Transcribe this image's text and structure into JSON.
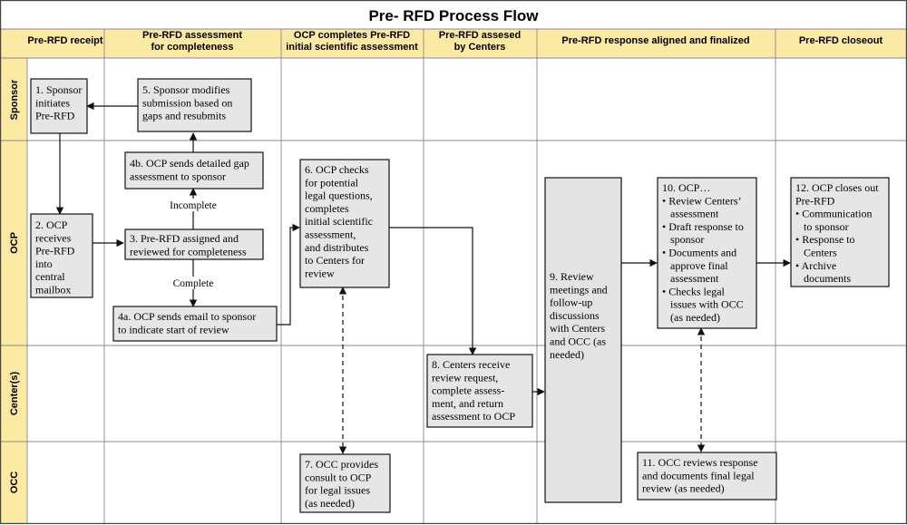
{
  "title": "Pre- RFD Process Flow",
  "columns": [
    [
      "Pre-RFD receipt"
    ],
    [
      "Pre-RFD assessment",
      "for completeness"
    ],
    [
      "OCP  completes Pre-RFD",
      "initial scientific assessment"
    ],
    [
      "Pre-RFD assesed",
      "by Centers"
    ],
    [
      "Pre-RFD response aligned and finalized"
    ],
    [
      "Pre-RFD closeout"
    ]
  ],
  "lanes": [
    "Sponsor",
    "OCP",
    "Center(s)",
    "OCC"
  ],
  "boxes": {
    "b1": [
      "1. Sponsor",
      "initiates",
      "Pre-RFD"
    ],
    "b5": [
      "5. Sponsor modifies",
      "submission based on",
      "gaps and resubmits"
    ],
    "b4b": [
      "4b. OCP sends detailed gap",
      "assessment to sponsor"
    ],
    "b2": [
      "2. OCP",
      "receives",
      "Pre-RFD",
      "into",
      "central",
      "mailbox"
    ],
    "b3": [
      "3. Pre-RFD assigned and",
      "reviewed for completeness"
    ],
    "b4a": [
      "4a. OCP sends email to sponsor",
      "to indicate start of review"
    ],
    "b6": [
      "6. OCP checks",
      "for potential",
      "legal questions,",
      "completes",
      "initial scientific",
      "assessment,",
      "and distributes",
      "to Centers for",
      "review"
    ],
    "b9": [
      "9. Review",
      "meetings and",
      "follow-up",
      "discussions",
      "with Centers",
      "and OCC (as",
      "needed)"
    ],
    "b10": [
      "10. OCP…",
      "• Review Centers’",
      "   assessment",
      "• Draft response to",
      "   sponsor",
      "• Documents and",
      "   approve final",
      "   assessment",
      "• Checks legal",
      "   issues with OCC",
      "   (as needed)"
    ],
    "b12": [
      "12. OCP closes out",
      "Pre-RFD",
      "• Communication",
      "   to sponsor",
      "• Response to",
      "   Centers",
      "• Archive",
      "   documents"
    ],
    "b8": [
      "8. Centers receive",
      "review request,",
      "complete assess-",
      "ment, and return",
      "assessment to OCP"
    ],
    "b7": [
      "7. OCC provides",
      "consult to OCP",
      "for legal issues",
      "(as needed)"
    ],
    "b11": [
      "11. OCC reviews response",
      "and documents final legal",
      "review (as needed)"
    ]
  },
  "edge_labels": {
    "incomplete": "Incomplete",
    "complete": "Complete"
  }
}
